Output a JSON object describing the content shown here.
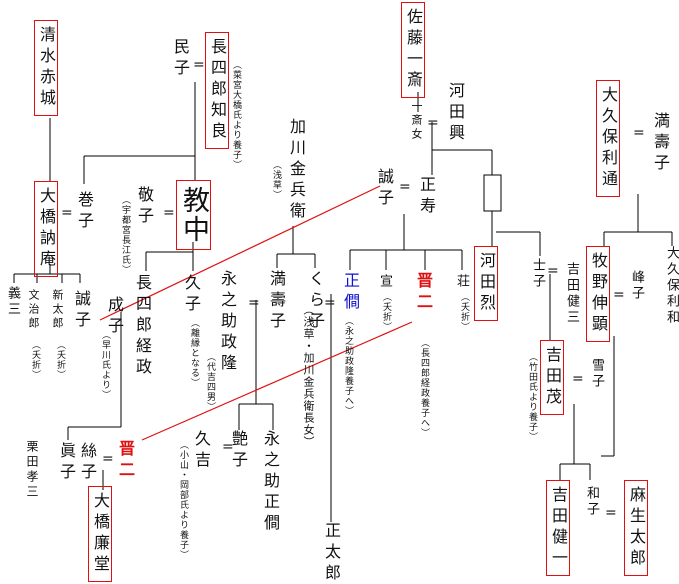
{
  "nodes": {
    "shimizu": "清水赤城",
    "ohashi_totsuan": "大橋訥庵",
    "makiko": "巻子",
    "gizo": "義三",
    "bunjiro": "文治郎",
    "bunjiro_note": "（夭折）",
    "shintaro": "新太郎",
    "shintaro_note": "（夭折）",
    "nobuko": "誠子",
    "tamiko": "民子",
    "choshiro_tomoyoshi": "長四郎知良",
    "choshiro_tomoyoshi_note": "（菜宮大橋氏より養子）",
    "keiko": "敬子",
    "keiko_note": "（宇都宮長江氏）",
    "kyochu": "教中",
    "choshiro_keisei": "長四郎経政",
    "hisako": "久子",
    "hisako_note": "（離縁となる）",
    "shigeko": "成子",
    "shigeko_note": "（早川氏より）",
    "ohashi_kanechika": "大橋廉堂",
    "kurita_kozo": "栗田孝三",
    "mako": "眞子",
    "itoko": "絲子",
    "shinji_a": "晋二",
    "kagawa": "加川金兵衛",
    "kagawa_note": "（浅草）",
    "nagano_seiryu": "永之助政隆",
    "nagano_seiryu_note": "（代吉四男）",
    "mitsuko_a": "満壽子",
    "kurako": "くら子",
    "kurako_note": "（浅草・加川金兵衛長女）",
    "tsuyako": "艶子",
    "hisakichi": "久吉",
    "hisakichi_note": "（小山・岡部氏より養子）",
    "naganosuke_tadashi": "永之助正僴",
    "shotaro": "正太郎",
    "sato_issai": "佐藤一斎",
    "issai_jo": "一斎女",
    "kawada_ko": "河田興",
    "nobuko2": "誠子",
    "masatoshi": "正寿",
    "tadashi": "正僴",
    "tadashi_note": "（永之助政隆養子へ）",
    "sen": "宣",
    "sen_note": "（夭折）",
    "shinji_b": "晋二",
    "shinji_b_note": "（長四郎経政養子へ）",
    "tsuyoshi": "荘",
    "tsuyoshi_note": "（夭折）",
    "kawada_retsu": "河田烈",
    "shiko": "士子",
    "yoshida_kenzo": "吉田健三",
    "yoshida_shigeru": "吉田茂",
    "yoshida_shigeru_note": "（竹田氏より養子）",
    "yukiko": "雪子",
    "yoshida_kenichi": "吉田健一",
    "kazuko": "和子",
    "aso_taro": "麻生太郎",
    "okubo_toshimichi": "大久保利通",
    "mitsuko_b": "満壽子",
    "makino_nobuaki": "牧野伸顕",
    "mineko": "峰子",
    "okubo_toshikazu": "大久保利和"
  },
  "symbols": {
    "equals": "="
  },
  "colors": {
    "box": "#e01010",
    "highlight_red": "#e01010",
    "highlight_blue": "#1010d0",
    "line": "#000000"
  }
}
